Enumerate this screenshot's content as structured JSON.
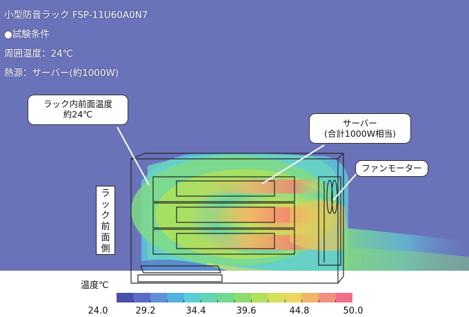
{
  "header": {
    "title": "小型防音ラック FSP-11U60A0N7",
    "conditions_heading": "●試験条件",
    "ambient": "周囲温度：24℃",
    "heat_source": "熱源：サーバー(約1000W)"
  },
  "callouts": {
    "rack_front": {
      "line1": "ラック内前面温度",
      "line2": "約24℃"
    },
    "server": {
      "line1": "サーバー",
      "line2": "(合計1000W相当)"
    },
    "fan": "ファンモーター",
    "rack_front_side": [
      "ラ",
      "ッ",
      "ク",
      "前",
      "面",
      "側"
    ]
  },
  "legend": {
    "title": "温度℃",
    "ticks": [
      "24.0",
      "29.2",
      "34.4",
      "39.6",
      "44.8",
      "50.0"
    ],
    "colors": [
      "#4a4fa8",
      "#5a6cc8",
      "#5f8fd8",
      "#55b0e0",
      "#5ccfd6",
      "#62d6b2",
      "#72d98e",
      "#8fdc6c",
      "#b2e05a",
      "#d3e25a",
      "#ecd660",
      "#f4b66a",
      "#f39080",
      "#ef6f88"
    ]
  },
  "colors": {
    "background": "#6a73b9",
    "floor": "#ffffff",
    "outline": "#222222"
  }
}
